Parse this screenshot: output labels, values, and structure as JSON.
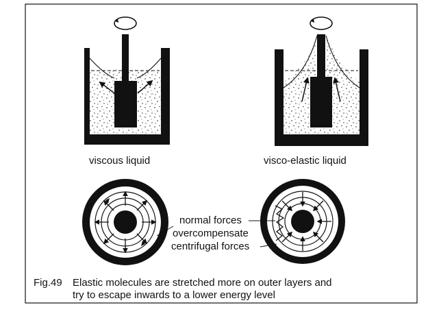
{
  "labels": {
    "viscous": "viscous liquid",
    "visco_elastic": "visco-elastic liquid",
    "normal_forces": "normal forces",
    "overcompensate": "overcompensate",
    "centrifugal_forces": "centrifugal forces"
  },
  "caption": {
    "fig": "Fig.49",
    "line1": "Elastic molecules are stretched more on outer layers and",
    "line2": "try to escape inwards to a lower energy level"
  },
  "colors": {
    "ink": "#111111",
    "background": "#ffffff"
  }
}
